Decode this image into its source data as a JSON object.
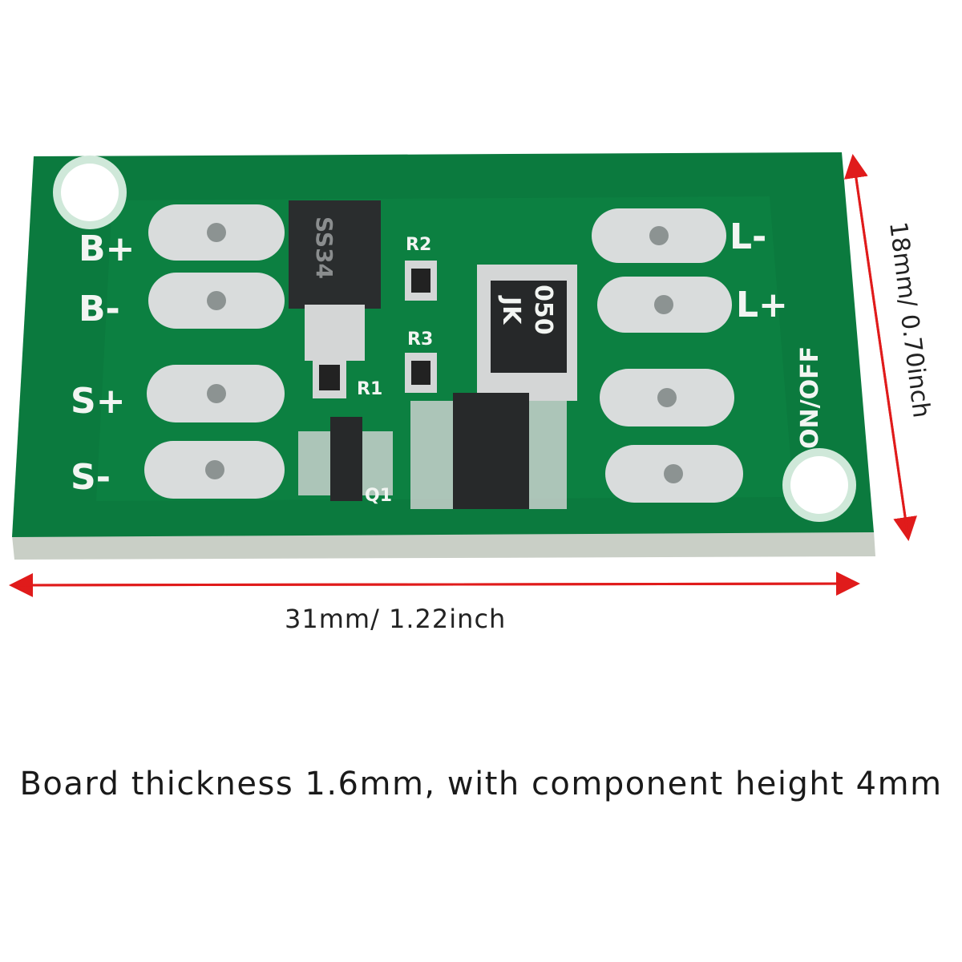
{
  "board": {
    "pads_left": [
      "B+",
      "B-",
      "S+",
      "S-"
    ],
    "pads_right": [
      "L-",
      "L+",
      "",
      ""
    ],
    "switch_label": "ON/OFF",
    "components": {
      "diode": "SS34",
      "r1": "R1",
      "r2": "R2",
      "r3": "R3",
      "fuse_line1": "JK",
      "fuse_line2": "050",
      "q1": "Q1"
    },
    "colors": {
      "pcb": "#0b7a3e",
      "pad": "#d9dcdc",
      "arrow": "#e01b1b"
    }
  },
  "dimensions": {
    "width": "31mm/ 1.22inch",
    "height": "18mm/ 0.70inch"
  },
  "caption": "Board thickness 1.6mm, with component height 4mm"
}
